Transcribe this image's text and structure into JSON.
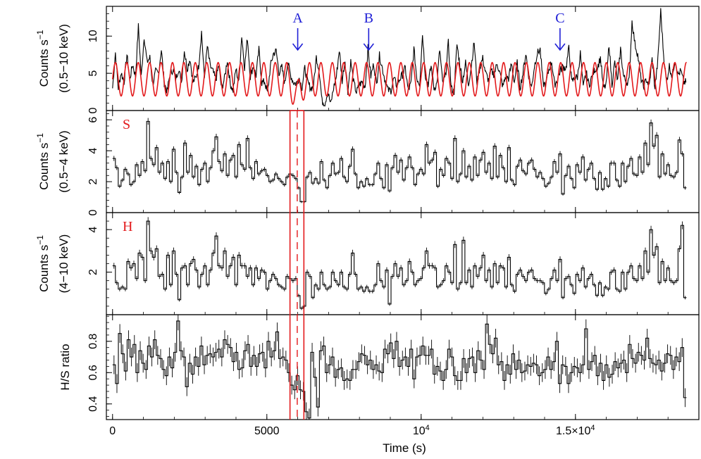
{
  "colors": {
    "data": "#000000",
    "model": "#e31a1c",
    "markers": "#1f1fd6",
    "highlight": "#e31a1c",
    "background": "#ffffff"
  },
  "chart_data": {
    "type": "line",
    "xlabel": "Time (s)",
    "xlim": [
      -200,
      19000
    ],
    "x_ticks": [
      {
        "value": 0,
        "label": "0"
      },
      {
        "value": 5000,
        "label": "5000"
      },
      {
        "value": 10000,
        "label": "10",
        "sup": "4"
      },
      {
        "value": 15000,
        "label": "1.5×10",
        "sup": "4"
      }
    ],
    "highlight_box": {
      "x_start": 5750,
      "x_end": 6200,
      "center": 5985,
      "line_style": "dashed"
    },
    "markers": [
      {
        "label": "A",
        "x": 6000
      },
      {
        "label": "B",
        "x": 8300
      },
      {
        "label": "C",
        "x": 14500
      }
    ],
    "panels": [
      {
        "id": "full",
        "tag": "",
        "ylabel_line1": "Counts s",
        "ylabel_sup": "−1",
        "ylabel_line2": "(0.5−10 keV)",
        "ylim": [
          0,
          14
        ],
        "yticks": [
          {
            "value": 0,
            "label": "0"
          },
          {
            "value": 5,
            "label": "5"
          },
          {
            "value": 10,
            "label": "10"
          }
        ],
        "series": [
          {
            "style": "step-dense",
            "color": "data",
            "values": [
              3.0,
              7.8,
              3.0,
              5.1,
              3.8,
              7.5,
              4.2,
              6.2,
              4.6,
              11.3,
              4.5,
              10.0,
              6.5,
              7.1,
              3.5,
              5.2,
              5.0,
              8.2,
              3.8,
              2.5,
              4.9,
              5.5,
              4.3,
              5.6,
              3.8,
              8.1,
              5.6,
              7.0,
              3.8,
              4.4,
              6.0,
              10.6,
              4.3,
              8.6,
              6.0,
              5.2,
              4.1,
              6.1,
              2.9,
              4.3,
              6.8,
              3.6,
              2.7,
              5.6,
              3.7,
              10.1,
              5.8,
              9.8,
              4.5,
              6.0,
              4.7,
              8.2,
              3.7,
              3.9,
              2.3,
              5.9,
              7.6,
              8.0,
              5.1,
              5.8,
              3.6,
              6.6,
              4.8,
              3.8,
              3.6,
              4.4,
              3.1,
              5.7,
              3.8,
              3.0,
              3.2,
              7.2,
              5.4,
              1.2,
              1.0,
              2.6,
              0.8,
              3.0,
              4.6,
              8.2,
              4.0,
              6.8,
              2.6,
              6.6,
              3.8,
              2.4,
              3.5,
              3.8,
              3.2,
              8.4,
              4.6,
              6.3,
              3.5,
              7.4,
              5.7,
              4.0,
              2.7,
              2.7,
              4.3,
              3.4,
              4.2,
              4.8,
              5.7,
              2.7,
              3.6,
              8.3,
              4.4,
              3.6,
              10.3,
              4.7,
              3.6,
              6.0,
              3.0,
              3.6,
              8.2,
              3.7,
              4.5,
              9.1,
              3.0,
              2.5,
              8.9,
              6.2,
              4.0,
              6.4,
              3.5,
              6.0,
              9.2,
              3.7,
              5.9,
              7.0,
              5.0,
              4.1,
              5.3,
              4.8,
              6.4,
              4.9,
              3.2,
              4.6,
              4.3,
              6.3,
              3.8,
              6.4,
              3.1,
              5.0,
              7.7,
              4.7,
              3.1,
              6.0,
              7.7,
              8.2,
              3.6,
              3.5,
              5.5,
              6.6,
              3.5,
              4.1,
              5.4,
              5.9,
              5.7,
              8.4,
              3.8,
              4.4,
              4.5,
              7.7,
              3.0,
              5.2,
              3.4,
              4.5,
              5.5,
              5.8,
              7.1,
              3.0,
              3.4,
              9.0,
              3.5,
              6.5,
              3.9,
              8.3,
              4.7,
              3.8,
              4.0,
              12.0,
              9.0,
              7.5,
              4.5,
              3.1,
              4.2,
              3.3,
              6.9,
              3.0,
              6.7,
              13.4,
              7.5,
              3.8,
              6.0,
              4.6,
              6.9,
              4.8,
              5.3,
              3.8
            ]
          },
          {
            "style": "sine",
            "color": "model",
            "mean": 4.2,
            "amplitude": 2.25,
            "period_s": 370,
            "note": "model curve dips to ~1 around x≈5985"
          }
        ]
      },
      {
        "id": "soft",
        "tag": "S",
        "ylabel_line1": "Counts s",
        "ylabel_sup": "−1",
        "ylabel_line2": "(0.5−4 keV)",
        "ylim": [
          0,
          6.6
        ],
        "yticks": [
          {
            "value": 0,
            "label": "0"
          },
          {
            "value": 2,
            "label": "2"
          },
          {
            "value": 4,
            "label": "4"
          },
          {
            "value": 6,
            "label": "6"
          }
        ],
        "series": [
          {
            "style": "step",
            "color": "data",
            "values": [
              3.5,
              2.9,
              1.7,
              2.1,
              2.8,
              2.5,
              1.8,
              2.0,
              3.1,
              2.4,
              3.3,
              2.7,
              5.9,
              3.5,
              3.1,
              4.2,
              2.6,
              3.2,
              2.2,
              3.3,
              2.0,
              4.1,
              2.6,
              1.3,
              2.3,
              4.5,
              2.6,
              3.7,
              2.3,
              3.0,
              1.8,
              2.8,
              3.2,
              2.0,
              2.9,
              4.0,
              4.9,
              3.3,
              2.7,
              3.8,
              2.4,
              3.4,
              3.7,
              2.3,
              4.4,
              3.1,
              2.8,
              4.8,
              2.9,
              2.2,
              3.3,
              2.5,
              2.7,
              2.8,
              2.4,
              2.0,
              2.1,
              2.5,
              2.2,
              2.0,
              1.8,
              2.3,
              2.5,
              2.4,
              2.2,
              1.6,
              0.7,
              0.7,
              2.3,
              2.6,
              1.9,
              2.2,
              1.9,
              3.3,
              2.1,
              1.6,
              2.4,
              3.2,
              2.5,
              2.6,
              3.5,
              2.3,
              2.0,
              3.0,
              4.1,
              2.5,
              1.6,
              2.0,
              1.7,
              2.2,
              1.8,
              1.8,
              2.5,
              3.2,
              2.2,
              1.6,
              3.1,
              1.4,
              2.9,
              3.7,
              2.6,
              3.4,
              2.1,
              2.9,
              3.6,
              2.9,
              1.8,
              2.5,
              2.8,
              2.5,
              4.4,
              3.2,
              3.4,
              3.9,
              1.7,
              2.8,
              2.4,
              3.5,
              3.2,
              2.2,
              4.8,
              2.0,
              2.5,
              4.0,
              2.3,
              3.0,
              2.1,
              3.6,
              2.4,
              3.4,
              3.9,
              2.6,
              3.2,
              2.2,
              4.3,
              2.3,
              3.7,
              2.9,
              2.0,
              4.2,
              2.1,
              1.8,
              3.0,
              3.4,
              2.7,
              2.5,
              3.2,
              3.4,
              2.8,
              2.3,
              2.6,
              2.2,
              1.7,
              1.9,
              2.3,
              3.3,
              2.6,
              3.8,
              1.2,
              2.4,
              3.0,
              2.2,
              1.6,
              3.1,
              2.6,
              3.6,
              2.1,
              2.8,
              3.2,
              2.2,
              1.5,
              2.6,
              1.5,
              2.2,
              1.7,
              3.2,
              3.2,
              2.1,
              1.7,
              3.2,
              2.0,
              3.0,
              3.5,
              2.5,
              2.4,
              3.6,
              2.6,
              4.5,
              3.1,
              5.8,
              4.3,
              5.0,
              2.3,
              3.8,
              2.5,
              3.1,
              2.4,
              2.3,
              2.6,
              4.7,
              3.8,
              1.6
            ]
          }
        ]
      },
      {
        "id": "hard",
        "tag": "H",
        "ylabel_line1": "Counts s",
        "ylabel_sup": "−1",
        "ylabel_line2": "(4−10 keV)",
        "ylim": [
          0,
          4.8
        ],
        "yticks": [
          {
            "value": 2,
            "label": "2"
          },
          {
            "value": 4,
            "label": "4"
          }
        ],
        "series": [
          {
            "style": "step",
            "color": "data",
            "values": [
              2.3,
              1.5,
              1.2,
              1.3,
              1.2,
              2.5,
              2.2,
              2.4,
              1.7,
              2.9,
              2.7,
              1.6,
              4.4,
              3.0,
              2.7,
              3.1,
              1.8,
              1.9,
              1.2,
              2.8,
              1.4,
              3.0,
              1.9,
              0.7,
              2.2,
              2.3,
              1.4,
              2.4,
              2.6,
              2.1,
              1.3,
              1.9,
              2.3,
              1.4,
              2.1,
              2.9,
              3.7,
              2.3,
              2.2,
              3.0,
              1.8,
              2.3,
              2.7,
              1.4,
              2.8,
              2.3,
              2.3,
              1.8,
              2.2,
              1.4,
              2.2,
              1.7,
              2.1,
              2.0,
              1.2,
              1.6,
              1.9,
              1.7,
              1.4,
              1.3,
              1.2,
              1.8,
              1.7,
              1.6,
              1.7,
              0.9,
              0.3,
              0.4,
              2.0,
              1.8,
              0.8,
              1.4,
              1.2,
              2.0,
              1.4,
              1.2,
              1.3,
              2.0,
              1.6,
              1.4,
              2.0,
              1.3,
              1.2,
              1.9,
              2.9,
              1.9,
              1.2,
              1.3,
              1.1,
              1.3,
              1.1,
              1.1,
              1.4,
              2.4,
              1.6,
              1.3,
              2.1,
              0.5,
              1.8,
              2.4,
              1.8,
              2.2,
              1.4,
              1.6,
              2.5,
              2.0,
              1.4,
              1.6,
              1.7,
              2.2,
              3.0,
              2.3,
              2.3,
              2.2,
              1.3,
              1.4,
              1.6,
              2.3,
              2.0,
              1.5,
              3.3,
              1.2,
              1.5,
              3.5,
              1.5,
              2.1,
              1.3,
              2.3,
              1.8,
              2.2,
              2.8,
              1.6,
              2.1,
              1.3,
              2.4,
              1.5,
              2.3,
              2.2,
              1.3,
              2.7,
              1.4,
              1.1,
              1.9,
              2.1,
              1.8,
              1.6,
              2.0,
              2.1,
              1.7,
              1.6,
              1.6,
              1.5,
              1.0,
              1.2,
              1.7,
              2.1,
              1.6,
              2.6,
              0.8,
              1.7,
              1.8,
              1.4,
              1.0,
              1.9,
              1.6,
              2.2,
              1.3,
              1.7,
              1.9,
              1.4,
              0.9,
              1.5,
              0.9,
              1.3,
              1.2,
              2.0,
              2.1,
              1.2,
              1.1,
              2.0,
              1.2,
              2.0,
              2.3,
              1.7,
              1.6,
              2.3,
              1.7,
              3.0,
              2.0,
              4.0,
              2.8,
              3.2,
              1.5,
              2.5,
              1.6,
              2.2,
              1.6,
              1.5,
              1.6,
              3.1,
              4.2,
              0.8
            ]
          }
        ]
      },
      {
        "id": "ratio",
        "tag": "",
        "ylabel_line1": "H/S ratio",
        "ylabel_sup": "",
        "ylabel_line2": "",
        "ylim": [
          0.3,
          0.97
        ],
        "yticks": [
          {
            "value": 0.4,
            "label": "0.4"
          },
          {
            "value": 0.6,
            "label": "0.6"
          },
          {
            "value": 0.8,
            "label": "0.8"
          }
        ],
        "series": [
          {
            "style": "step-errorbars",
            "color": "data",
            "error": 0.06,
            "values": [
              0.65,
              0.53,
              0.85,
              0.72,
              0.61,
              0.81,
              0.7,
              0.78,
              0.6,
              0.74,
              0.66,
              0.62,
              0.77,
              0.7,
              0.81,
              0.71,
              0.69,
              0.62,
              0.58,
              0.7,
              0.63,
              0.73,
              0.93,
              0.74,
              0.7,
              0.51,
              0.66,
              0.59,
              0.7,
              0.64,
              0.77,
              0.65,
              0.71,
              0.72,
              0.7,
              0.73,
              0.75,
              0.7,
              0.81,
              0.78,
              0.76,
              0.67,
              0.73,
              0.62,
              0.63,
              0.74,
              0.78,
              0.64,
              0.71,
              0.64,
              0.72,
              0.73,
              0.63,
              0.8,
              0.7,
              0.74,
              0.86,
              0.69,
              0.7,
              0.68,
              0.6,
              0.52,
              0.49,
              0.58,
              0.49,
              0.48,
              0.35,
              0.31,
              0.73,
              0.57,
              0.38,
              0.74,
              0.77,
              0.6,
              0.65,
              0.7,
              0.57,
              0.62,
              0.63,
              0.55,
              0.56,
              0.55,
              0.62,
              0.62,
              0.67,
              0.72,
              0.71,
              0.65,
              0.68,
              0.62,
              0.65,
              0.61,
              0.6,
              0.75,
              0.72,
              0.79,
              0.69,
              0.8,
              0.64,
              0.68,
              0.7,
              0.64,
              0.75,
              0.56,
              0.7,
              0.71,
              0.77,
              0.71,
              0.71,
              0.75,
              0.59,
              0.64,
              0.61,
              0.55,
              0.62,
              0.75,
              0.7,
              0.58,
              0.55,
              0.55,
              0.69,
              0.6,
              0.69,
              0.7,
              0.6,
              0.74,
              0.68,
              0.62,
              0.91,
              0.78,
              0.72,
              0.82,
              0.65,
              0.67,
              0.55,
              0.65,
              0.59,
              0.72,
              0.62,
              0.68,
              0.6,
              0.61,
              0.65,
              0.64,
              0.66,
              0.65,
              0.58,
              0.6,
              0.62,
              0.7,
              0.62,
              0.67,
              0.8,
              0.53,
              0.65,
              0.64,
              0.53,
              0.6,
              0.64,
              0.63,
              0.6,
              0.65,
              0.88,
              0.62,
              0.67,
              0.71,
              0.58,
              0.66,
              0.55,
              0.65,
              0.57,
              0.59,
              0.67,
              0.63,
              0.66,
              0.68,
              0.6,
              0.78,
              0.69,
              0.66,
              0.73,
              0.71,
              0.68,
              0.82,
              0.69,
              0.66,
              0.65,
              0.68,
              0.61,
              0.66,
              0.72,
              0.71,
              0.62,
              0.7,
              0.67,
              0.76,
              0.44
            ]
          }
        ]
      }
    ]
  }
}
